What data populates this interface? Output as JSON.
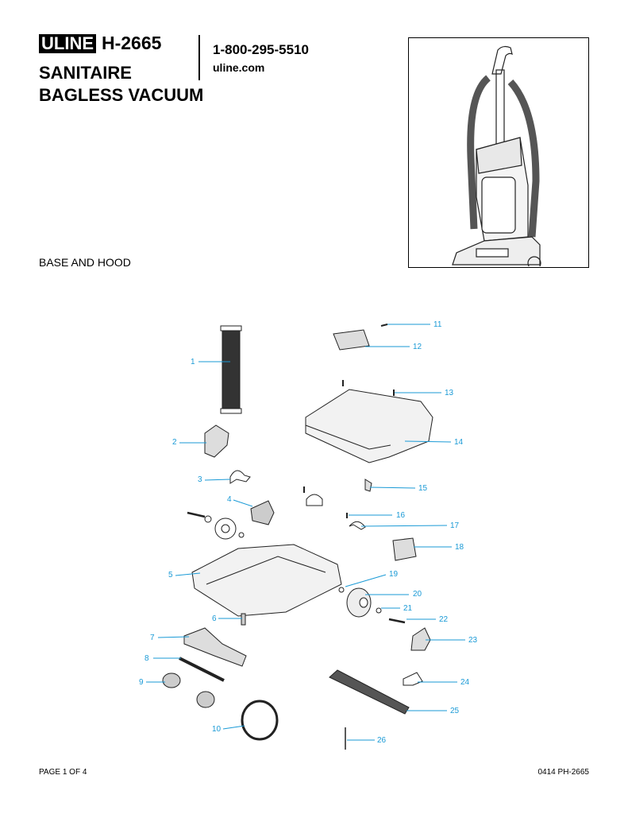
{
  "header": {
    "logo": "ULINE",
    "model": "H-2665",
    "title_line1": "SANITAIRE",
    "title_line2": "BAGLESS VACUUM",
    "phone": "1-800-295-5510",
    "website": "uline.com"
  },
  "section_title": "BASE AND HOOD",
  "callouts": [
    "1",
    "2",
    "3",
    "4",
    "5",
    "6",
    "7",
    "8",
    "9",
    "10",
    "11",
    "12",
    "13",
    "14",
    "15",
    "16",
    "17",
    "18",
    "19",
    "20",
    "21",
    "22",
    "23",
    "24",
    "25",
    "26"
  ],
  "footer": {
    "page": "PAGE 1 OF 4",
    "code": "0414 PH-2665"
  },
  "colors": {
    "callout": "#1a9ad6",
    "text": "#000000"
  }
}
